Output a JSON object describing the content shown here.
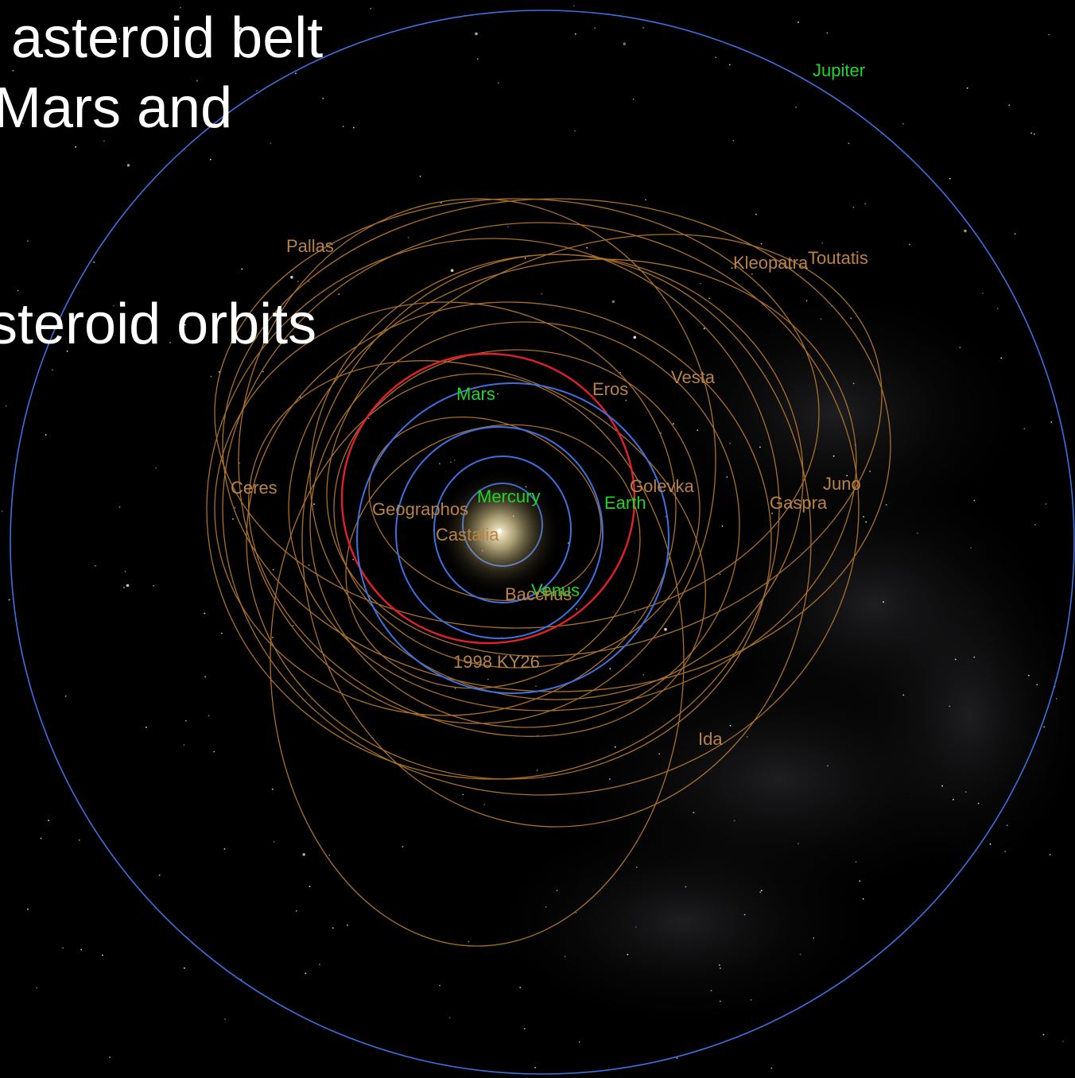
{
  "caption": {
    "line1": "asteroid belt",
    "line2": "Mars and",
    "line3": "steroid orbits"
  },
  "colors": {
    "background": "#000000",
    "planet_orbit": "#3f6fe0",
    "mars_orbit": "#e0202a",
    "asteroid_orbit": "#a8702a",
    "planet_label": "#22d42a",
    "asteroid_label": "#b98246",
    "sun_glow": "#d8c890",
    "milky_way": "#6c6c78"
  },
  "planets": [
    {
      "name": "Jupiter",
      "label": "Jupiter"
    },
    {
      "name": "Mars",
      "label": "Mars"
    },
    {
      "name": "Mercury",
      "label": "Mercury"
    },
    {
      "name": "Earth",
      "label": "Earth"
    },
    {
      "name": "Venus",
      "label": "Venus"
    }
  ],
  "asteroids": [
    {
      "name": "Pallas",
      "label": "Pallas"
    },
    {
      "name": "Kleopatra",
      "label": "Kleopatra"
    },
    {
      "name": "Toutatis",
      "label": "Toutatis"
    },
    {
      "name": "Vesta",
      "label": "Vesta"
    },
    {
      "name": "Eros",
      "label": "Eros"
    },
    {
      "name": "Ceres",
      "label": "Ceres"
    },
    {
      "name": "Golevka",
      "label": "Golevka"
    },
    {
      "name": "Juno",
      "label": "Juno"
    },
    {
      "name": "Gaspra",
      "label": "Gaspra"
    },
    {
      "name": "Geographos",
      "label": "Geographos"
    },
    {
      "name": "Castalia",
      "label": "Castalia"
    },
    {
      "name": "Bacchus",
      "label": "Bacchus"
    },
    {
      "name": "1998 KY26",
      "label": "1998 KY26"
    },
    {
      "name": "Ida",
      "label": "Ida"
    }
  ]
}
